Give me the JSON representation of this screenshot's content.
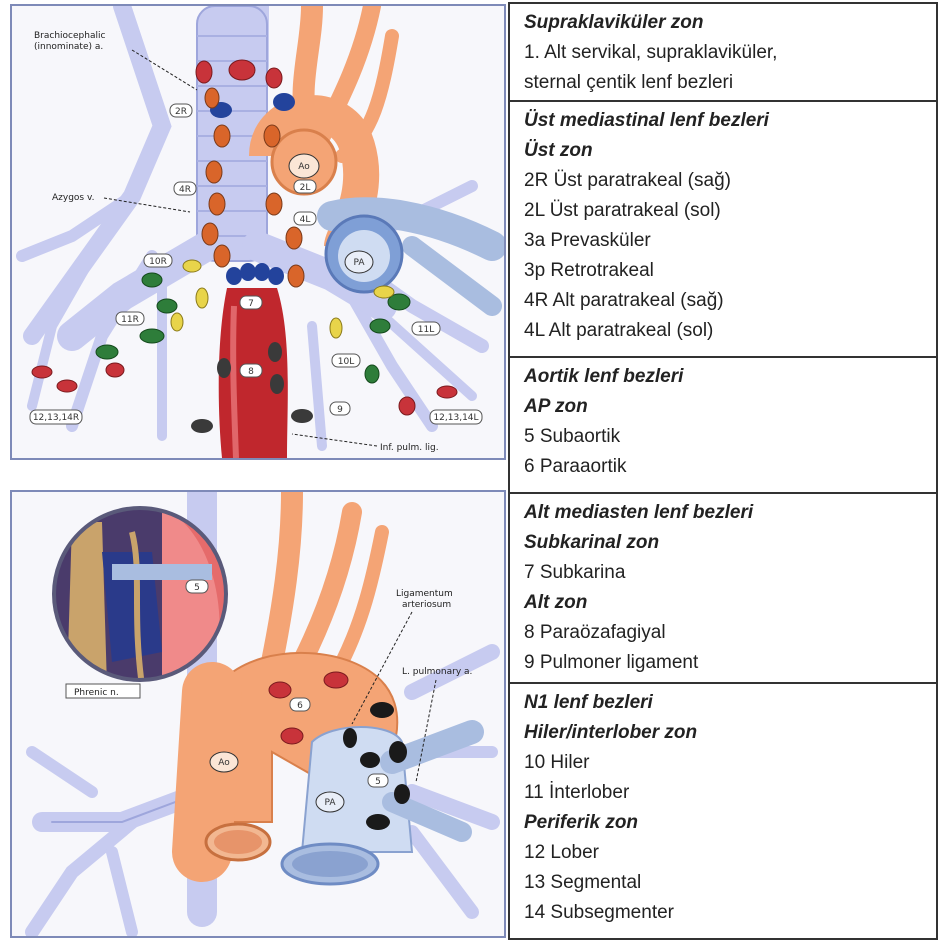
{
  "top_figure": {
    "labels": {
      "brachiocephalic": "Brachiocephalic",
      "innominate": "(innominate) a.",
      "azygos": "Azygos v.",
      "inf_pulm_lig": "Inf. pulm. lig.",
      "ao": "Ao",
      "pa": "PA"
    },
    "station_tags": [
      "2R",
      "4R",
      "2L",
      "4L",
      "10R",
      "11R",
      "10L",
      "11L",
      "7",
      "8",
      "9",
      "12,13,14R",
      "12,13,14L"
    ]
  },
  "bottom_figure": {
    "labels": {
      "ligamentum": "Ligamentum",
      "arteriosum": "arteriosum",
      "l_pulmonary": "L. pulmonary a.",
      "phrenic": "Phrenic n.",
      "ao": "Ao",
      "pa": "PA"
    },
    "station_tags": [
      "5",
      "6",
      "5"
    ]
  },
  "table": {
    "row1": {
      "title": "Supraklaviküler zon",
      "line1": "1. Alt servikal, supraklaviküler,",
      "line2": "sternal çentik lenf bezleri"
    },
    "row2": {
      "title": "Üst mediastinal lenf bezleri",
      "zone": "Üst zon",
      "items": [
        "2R Üst paratrakeal (sağ)",
        "2L Üst paratrakeal (sol)",
        "3a Prevasküler",
        "3p Retrotrakeal",
        "4R Alt paratrakeal (sağ)",
        "4L Alt paratrakeal (sol)"
      ]
    },
    "row3": {
      "title": "Aortik lenf bezleri",
      "zone": "AP zon",
      "items": [
        "5 Subaortik",
        "6 Paraaortik"
      ]
    },
    "row4": {
      "title": "Alt mediasten lenf bezleri",
      "zone1": "Subkarinal zon",
      "item1": "7 Subkarina",
      "zone2": "Alt zon",
      "item2": "8 Paraözafagiyal",
      "item3": "9 Pulmoner ligament"
    },
    "row5": {
      "title": "N1 lenf bezleri",
      "zone1": "Hiler/interlober zon",
      "item1": "10 Hiler",
      "item2": "11 İnterlober",
      "zone2": "Periferik zon",
      "item3": "12 Lober",
      "item4": "13 Segmental",
      "item5": "14 Subsegmenter"
    }
  },
  "colors": {
    "node_red": "#c8333a",
    "node_orange": "#d9652a",
    "node_blue": "#23439c",
    "node_green": "#2e7d3a",
    "node_yellow": "#e8d44a",
    "node_dark": "#3a3a3a",
    "aorta": "#f4a475",
    "pulmonary": "#a9bde0",
    "esophagus": "#c0272d",
    "airway": "#c7cbf0",
    "frame": "#7e8ab8"
  }
}
